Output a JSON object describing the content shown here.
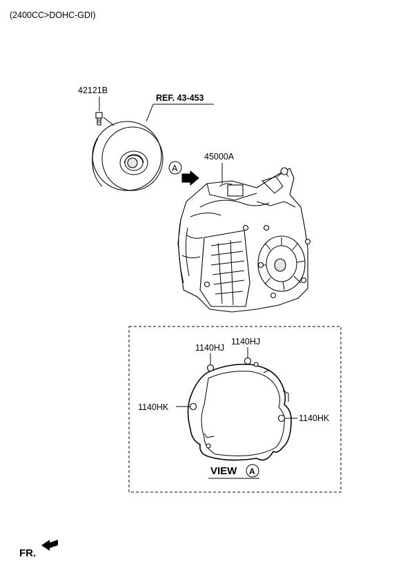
{
  "header": {
    "spec": "(2400CC>DOHC-GDI)"
  },
  "callouts": {
    "torque_bolt": "42121B",
    "reference": "REF. 43-453",
    "transaxle": "45000A",
    "view_marker": "A",
    "bolt_hj_left": "1140HJ",
    "bolt_hj_right": "1140HJ",
    "bolt_hk_left": "1140HK",
    "bolt_hk_right": "1140HK"
  },
  "view_label": {
    "text": "VIEW",
    "letter": "A"
  },
  "footer": {
    "front": "FR."
  }
}
